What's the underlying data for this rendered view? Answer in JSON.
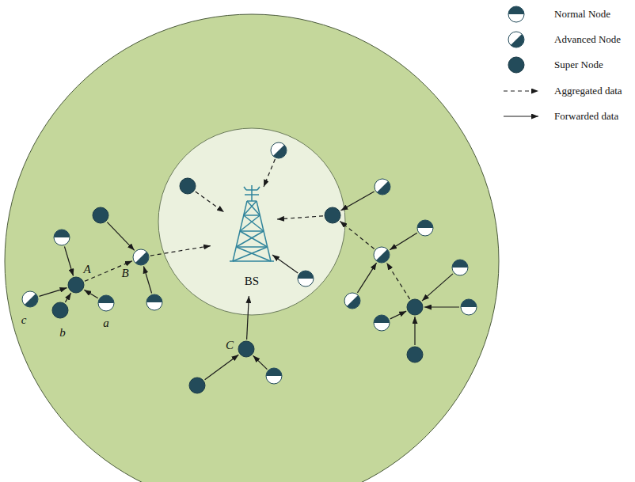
{
  "diagram": {
    "nodes": [
      {
        "text": [
          "BS"
        ]
      },
      {
        "text": [
          "A"
        ]
      },
      {
        "text": [
          "a"
        ]
      },
      {
        "text": [
          "b"
        ]
      },
      {
        "text": [
          "c"
        ]
      },
      {
        "text": [
          "B"
        ]
      },
      {
        "text": [
          "C"
        ]
      }
    ],
    "edges": [
      {
        "from": 2,
        "to": 1,
        "arrow": "to"
      },
      {
        "from": 3,
        "to": 1,
        "arrow": "to"
      },
      {
        "from": 4,
        "to": 1,
        "arrow": "to"
      },
      {
        "from": 1,
        "to": 5,
        "arrow": "to"
      },
      {
        "from": 5,
        "to": 0,
        "arrow": "to"
      },
      {
        "from": 6,
        "to": 0,
        "arrow": "to"
      }
    ],
    "legend": [
      {
        "text": "Normal Node"
      },
      {
        "text": "Advanced Node"
      },
      {
        "text": "Super Node"
      },
      {
        "text": "Aggregated data"
      },
      {
        "text": "Forwarded data"
      }
    ]
  }
}
